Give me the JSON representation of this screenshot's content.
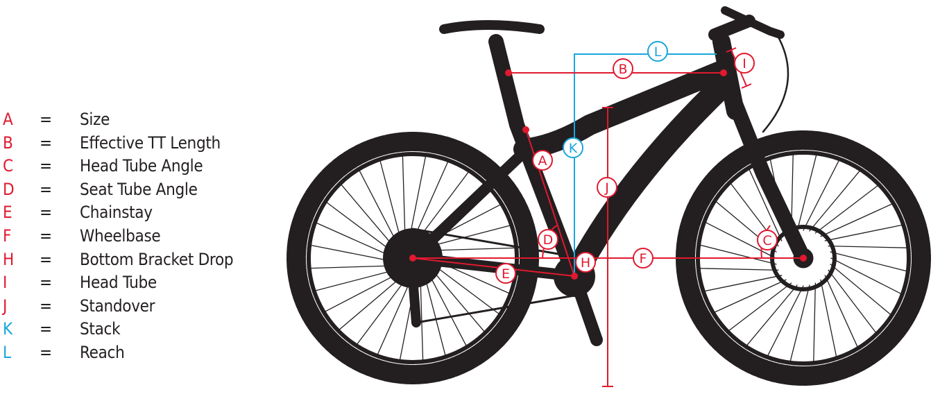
{
  "colors": {
    "red": "#e0192f",
    "blue": "#19a6dc",
    "frame": "#231f20"
  },
  "legend": [
    {
      "key": "A",
      "eq": "=",
      "label": "Size",
      "color": "red"
    },
    {
      "key": "B",
      "eq": "=",
      "label": "Effective TT Length",
      "color": "red"
    },
    {
      "key": "C",
      "eq": "=",
      "label": "Head Tube Angle",
      "color": "red"
    },
    {
      "key": "D",
      "eq": "=",
      "label": "Seat Tube Angle",
      "color": "red"
    },
    {
      "key": "E",
      "eq": "=",
      "label": "Chainstay",
      "color": "red"
    },
    {
      "key": "F",
      "eq": "=",
      "label": "Wheelbase",
      "color": "red"
    },
    {
      "key": "H",
      "eq": "=",
      "label": "Bottom Bracket Drop",
      "color": "red"
    },
    {
      "key": "I",
      "eq": "=",
      "label": "Head Tube",
      "color": "red"
    },
    {
      "key": "J",
      "eq": "=",
      "label": "Standover",
      "color": "red"
    },
    {
      "key": "K",
      "eq": "=",
      "label": "Stack",
      "color": "blue"
    },
    {
      "key": "L",
      "eq": "=",
      "label": "Reach",
      "color": "blue"
    }
  ],
  "markers": {
    "A": "A",
    "B": "B",
    "C": "C",
    "D": "D",
    "E": "E",
    "F": "F",
    "H": "H",
    "I": "I",
    "J": "J",
    "K": "K",
    "L": "L"
  }
}
